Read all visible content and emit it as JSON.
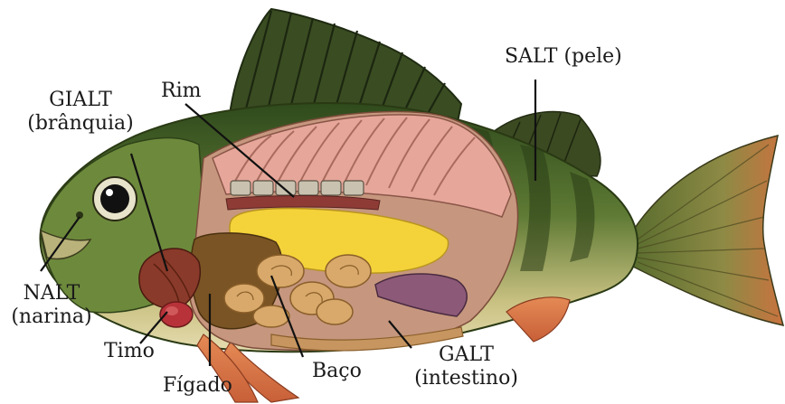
{
  "labels": {
    "salt": "SALT (pele)",
    "rim": "Rim",
    "gialt_1": "GIALT",
    "gialt_2": "(brânquia)",
    "nalt_1": "NALT",
    "nalt_2": "(narina)",
    "timo": "Timo",
    "figado": "Fígado",
    "baco": "Baço",
    "galt_1": "GALT",
    "galt_2": "(intestino)"
  },
  "colors": {
    "body_green": "#4f6b2e",
    "belly_yellow": "#d8c98a",
    "fin_orange": "#d9774a",
    "muscle_pink": "#e6a79a",
    "swim_bladder": "#f2cf3a",
    "liver_brown": "#7a5424",
    "intestine_tan": "#d8a96a",
    "spleen_purple": "#8c5a78",
    "thymus_red": "#b8323a",
    "gill_red": "#8a3a2a",
    "outline": "#1a1a1a"
  }
}
